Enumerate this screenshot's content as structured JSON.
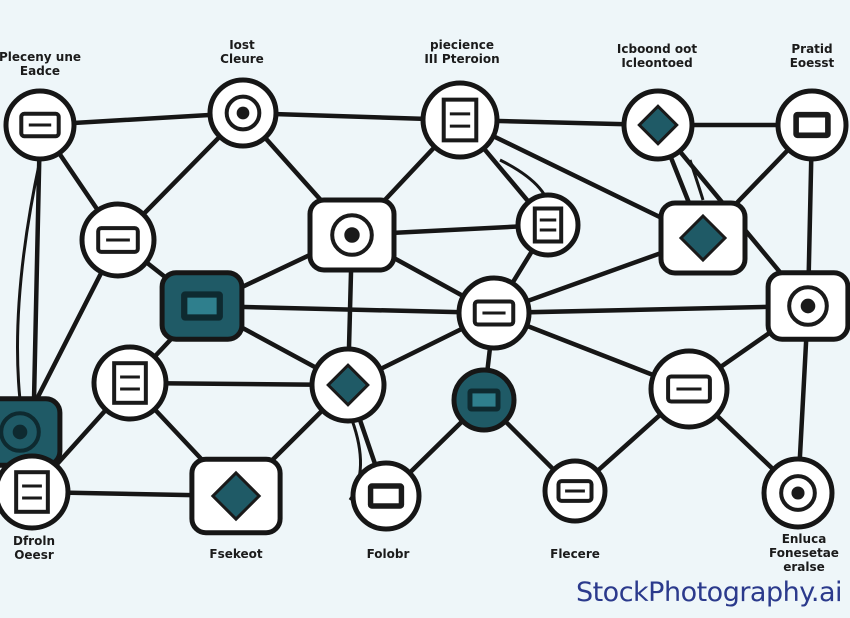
{
  "labels": {
    "top_1": "Pleceny une\nEadce",
    "top_2": "Iost\nCleure",
    "top_3": "piecience\nIII Pteroion",
    "top_4": "Icboond oot\nIcleontoed",
    "top_5": "Pratid\nEoesst",
    "bottom_1": "Dfroln\nOeesr",
    "bottom_2": "Fsekeot",
    "bottom_3": "Folobr",
    "bottom_4": "Flecere",
    "bottom_5": "Enluca\nFonesetae\neralse"
  },
  "watermark": "StockPhotography.ai",
  "colors": {
    "background": "#eef6f9",
    "line": "#161616",
    "accent_teal": "#1f5a66",
    "node_fill": "#ffffff"
  },
  "icons": [
    "briefcase-icon",
    "camera-lens-icon",
    "document-panel-icon",
    "cube-icon",
    "book-icon",
    "list-icon",
    "camera-icon",
    "eye-icon",
    "barcode-icon",
    "server-icon",
    "grid-cluster-icon",
    "printer-icon",
    "image-frame-icon",
    "terminal-icon",
    "globe-icon",
    "laptop-icon",
    "database-icon",
    "puzzle-icon",
    "monitor-icon",
    "lock-icon",
    "folder-icon",
    "card-reader-icon"
  ]
}
